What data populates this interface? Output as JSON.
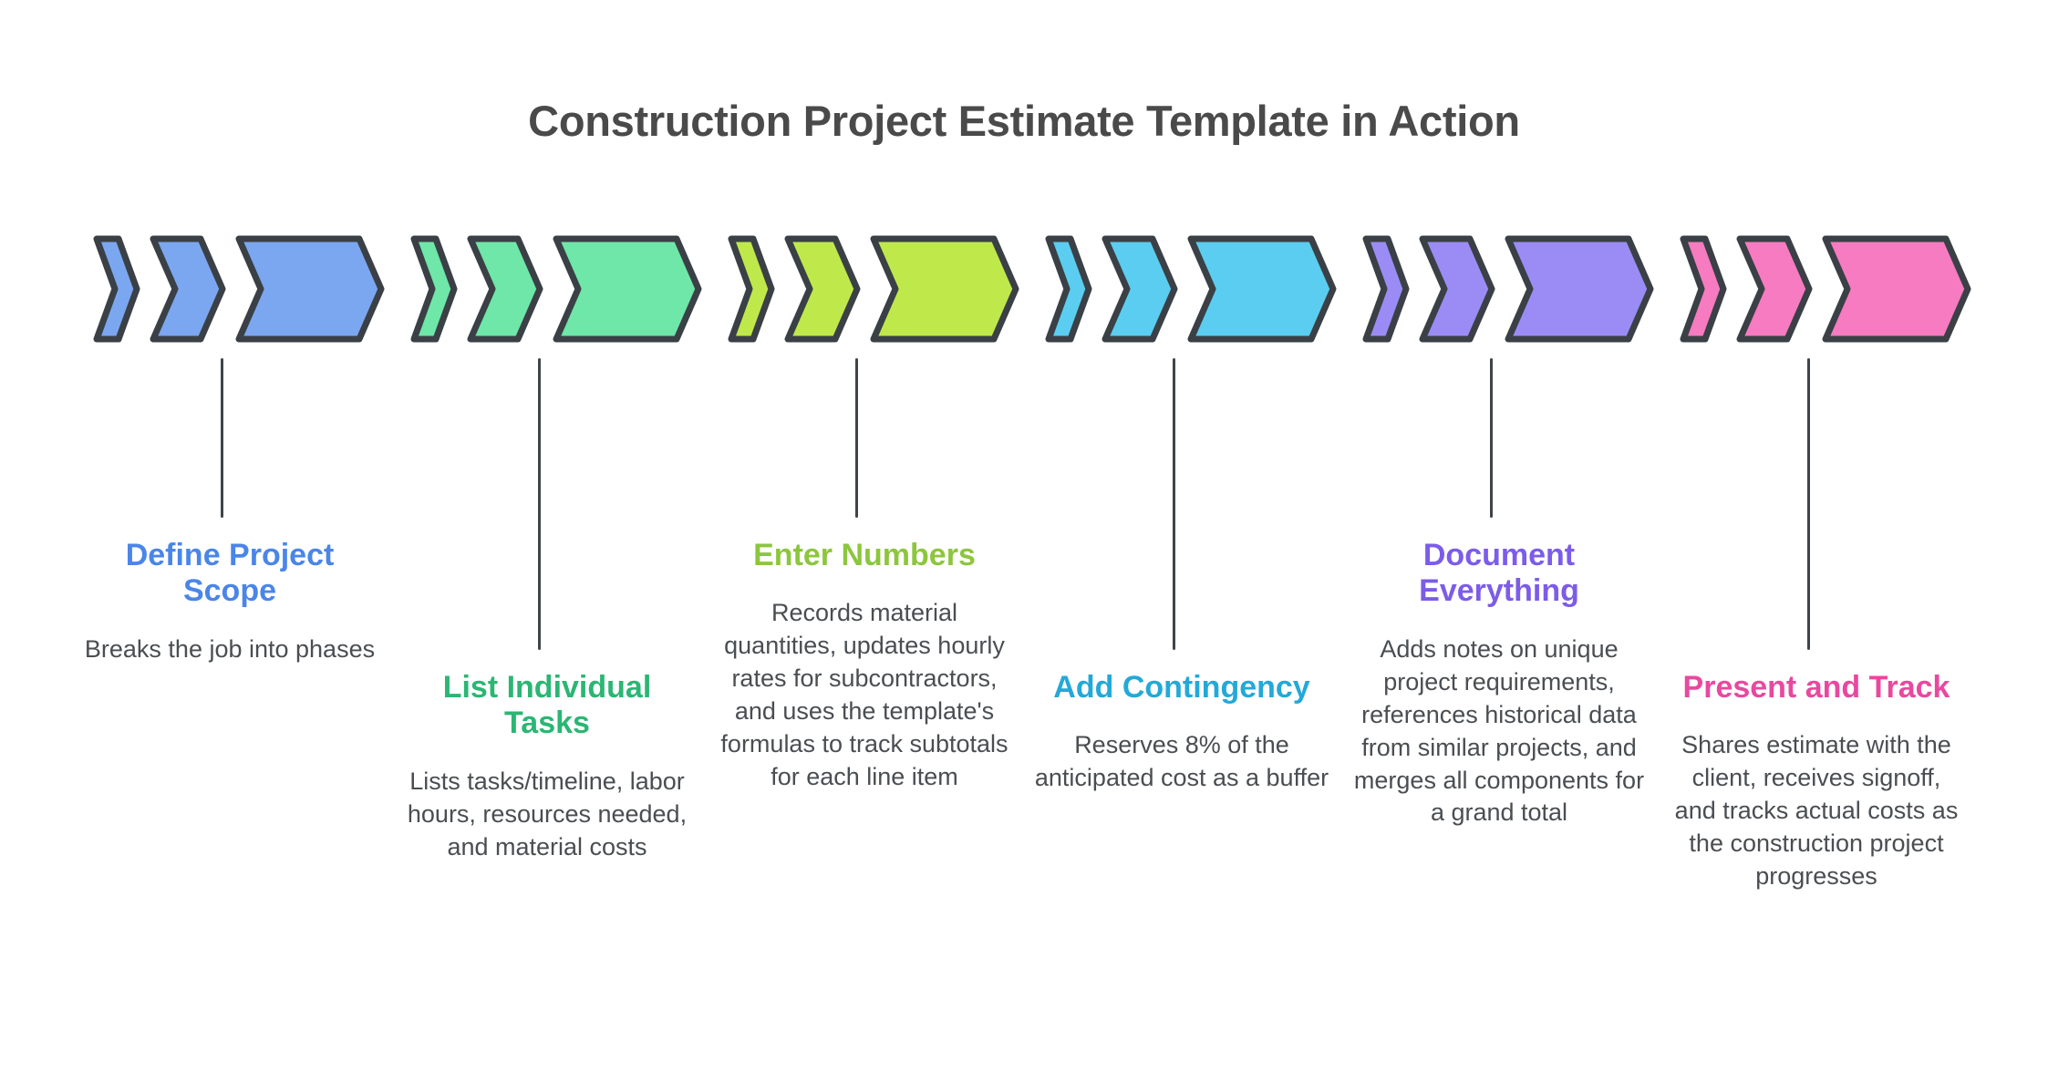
{
  "header": {
    "title": "Construction Project Estimate Template in Action"
  },
  "theme": {
    "background": "#ffffff",
    "title_color": "#4a4a4a",
    "body_text_color": "#4a4e52",
    "outline_color": "#3a4045",
    "connector_color": "#3f4448"
  },
  "steps": [
    {
      "index": "1",
      "title": "Define Project Scope",
      "description": "Breaks the job into phases",
      "color": "#7BA7F0",
      "title_color": "#4a86e8",
      "arrow_icon": "triple-chevron-right-icon"
    },
    {
      "index": "2",
      "title": "List Individual Tasks",
      "description": "Lists tasks/timeline, labor hours, resources needed, and material costs",
      "color": "#6EE7A8",
      "title_color": "#2bb673",
      "arrow_icon": "triple-chevron-right-icon"
    },
    {
      "index": "3",
      "title": "Enter Numbers",
      "description": "Records material quantities, updates hourly rates for subcontractors, and uses the template's formulas to track subtotals for each line item",
      "color": "#BFE94B",
      "title_color": "#8cc63e",
      "arrow_icon": "triple-chevron-right-icon"
    },
    {
      "index": "4",
      "title": "Add Contingency",
      "description": "Reserves 8% of the anticipated cost as a buffer",
      "color": "#5BCDF0",
      "title_color": "#23a9d8",
      "arrow_icon": "triple-chevron-right-icon"
    },
    {
      "index": "5",
      "title": "Document Everything",
      "description": "Adds notes on unique project requirements, references historical data from similar projects, and merges all components for a grand total",
      "color": "#9B8CF5",
      "title_color": "#7c5ce8",
      "arrow_icon": "triple-chevron-right-icon"
    },
    {
      "index": "6",
      "title": "Present and Track",
      "description": "Shares estimate with the client, receives signoff, and tracks actual costs as the construction project progresses",
      "color": "#F77BC0",
      "title_color": "#e8499f",
      "arrow_icon": "triple-chevron-right-icon"
    }
  ],
  "layout": {
    "step_left": [
      72,
      420,
      768,
      1116,
      1464,
      1812
    ],
    "connector_top": [
      393,
      393,
      393,
      393,
      393,
      393
    ],
    "connector_height": [
      175,
      320,
      175,
      320,
      175,
      320
    ],
    "textblock_top": [
      590,
      735,
      590,
      735,
      590,
      735
    ]
  }
}
